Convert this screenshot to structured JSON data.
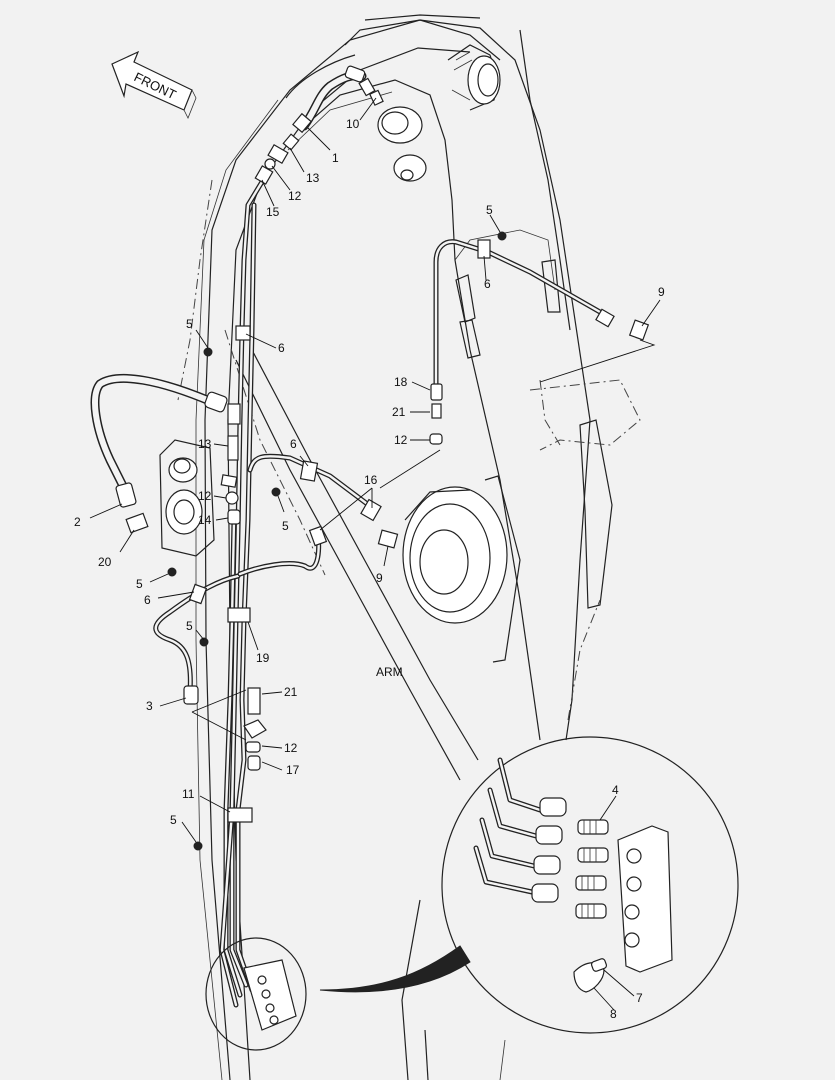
{
  "front_label": "FRONT",
  "arm_label": "ARM",
  "callouts": {
    "c1": "1",
    "c10": "10",
    "c13a": "13",
    "c12a": "12",
    "c15": "15",
    "c5a": "5",
    "c6a": "6",
    "c9a": "9",
    "c5b": "5",
    "c6b": "6",
    "c18": "18",
    "c21a": "21",
    "c12b": "12",
    "c13b": "13",
    "c6c": "6",
    "c16": "16",
    "c12c": "12",
    "c14": "14",
    "c5c": "5",
    "c9b": "9",
    "c2": "2",
    "c20": "20",
    "c5d": "5",
    "c6d": "6",
    "c5e": "5",
    "c19": "19",
    "c21b": "21",
    "c3": "3",
    "c12d": "12",
    "c17": "17",
    "c11": "11",
    "c5f": "5",
    "c4": "4",
    "c7": "7",
    "c8": "8"
  }
}
